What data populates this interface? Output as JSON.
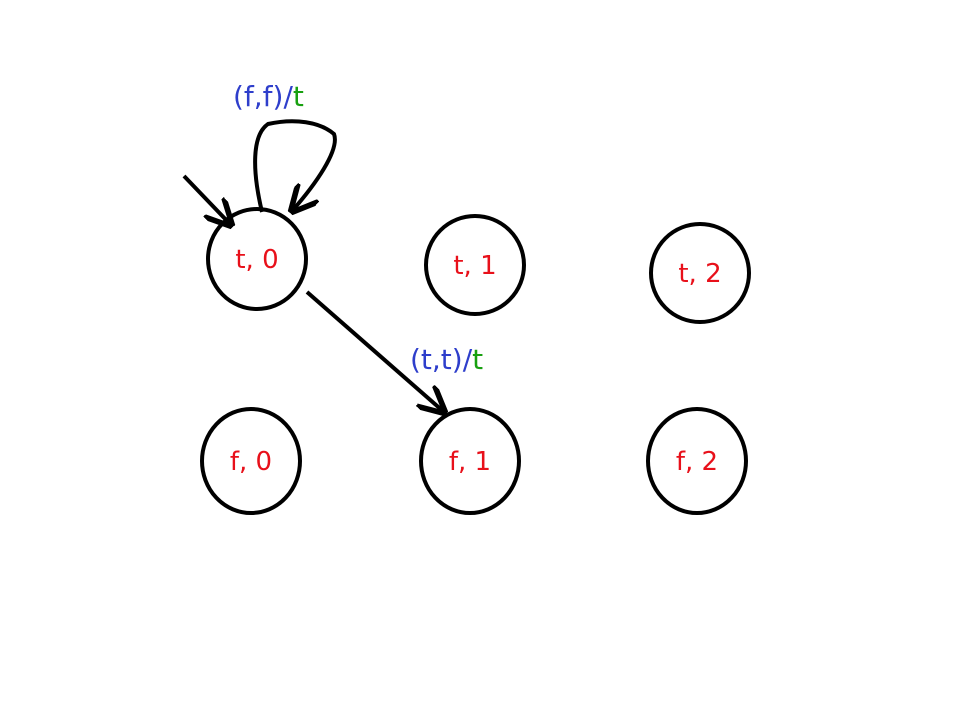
{
  "colors": {
    "state_text": "#e8101a",
    "input_text": "#2e3ecb",
    "output_text": "#18a010",
    "slash": "#2e3ecb",
    "stroke": "#000000"
  },
  "states": {
    "t0": {
      "label": "t, 0"
    },
    "t1": {
      "label": "t, 1"
    },
    "t2": {
      "label": "t, 2"
    },
    "f0": {
      "label": "f, 0"
    },
    "f1": {
      "label": "f, 1"
    },
    "f2": {
      "label": "f, 2"
    }
  },
  "transitions": {
    "self_loop": {
      "input": "(f,f)",
      "slash": "/",
      "output": "t"
    },
    "t0_to_f1": {
      "input": "(t,t)",
      "slash": "/",
      "output": "t"
    }
  }
}
